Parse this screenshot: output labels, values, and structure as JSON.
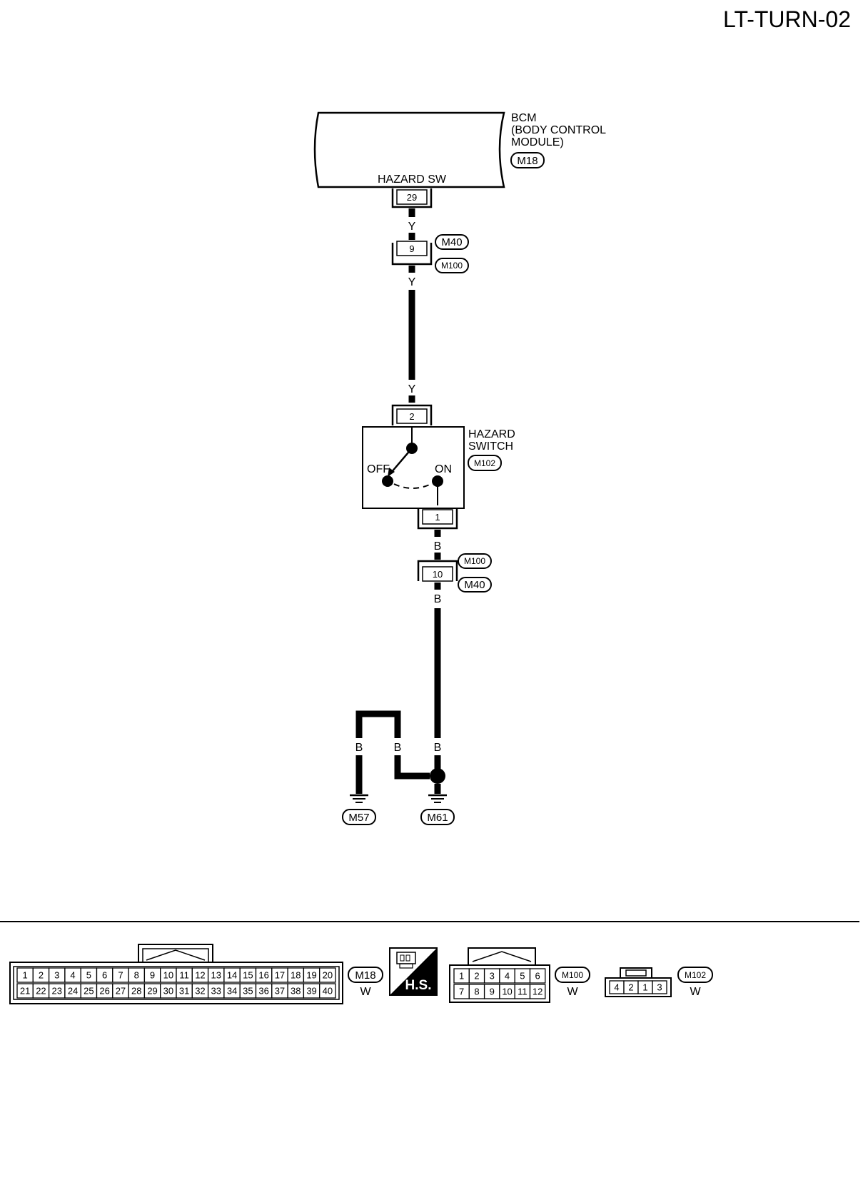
{
  "page_code": "LT-TURN-02",
  "bcm": {
    "name_lines": [
      "BCM",
      "(BODY CONTROL",
      "MODULE)"
    ],
    "connector": "M18",
    "terminal_label": "HAZARD SW",
    "terminal": "29"
  },
  "joint_top": {
    "pin": "9",
    "connectors": [
      "M40",
      "M100"
    ]
  },
  "wire_colors": {
    "upper": "Y",
    "lower": "B"
  },
  "hazard_switch": {
    "name_lines": [
      "HAZARD",
      "SWITCH"
    ],
    "connector": "M102",
    "pin_top": "2",
    "pin_bottom": "1",
    "off_label": "OFF",
    "on_label": "ON"
  },
  "joint_bottom": {
    "pin": "10",
    "connectors": [
      "M100",
      "M40"
    ]
  },
  "grounds": [
    "M57",
    "M61"
  ],
  "connector_views": {
    "m18": {
      "id": "M18",
      "color": "W",
      "row1": [
        "1",
        "2",
        "3",
        "4",
        "5",
        "6",
        "7",
        "8",
        "9",
        "10",
        "11",
        "12",
        "13",
        "14",
        "15",
        "16",
        "17",
        "18",
        "19",
        "20"
      ],
      "row2": [
        "21",
        "22",
        "23",
        "24",
        "25",
        "26",
        "27",
        "28",
        "29",
        "30",
        "31",
        "32",
        "33",
        "34",
        "35",
        "36",
        "37",
        "38",
        "39",
        "40"
      ]
    },
    "hs_badge": "H.S.",
    "m100": {
      "id": "M100",
      "color": "W",
      "row1": [
        "1",
        "2",
        "3",
        "4",
        "5",
        "6"
      ],
      "row2": [
        "7",
        "8",
        "9",
        "10",
        "11",
        "12"
      ]
    },
    "m102": {
      "id": "M102",
      "color": "W",
      "row": [
        "4",
        "2",
        "1",
        "3"
      ]
    }
  }
}
